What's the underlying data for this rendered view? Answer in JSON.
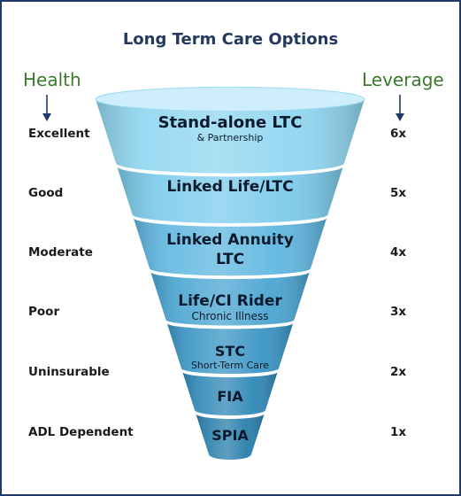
{
  "title": "Long Term Care Options",
  "health_header": "Health",
  "leverage_header": "Leverage",
  "rows": [
    {
      "health": "Excellent",
      "leverage": "6x",
      "tier_main": "Stand-alone LTC",
      "tier_sub": "& Partnership",
      "color": "#8fd6f0"
    },
    {
      "health": "Good",
      "leverage": "5x",
      "tier_main": "Linked Life/LTC",
      "tier_sub": "",
      "color": "#7ccbeb"
    },
    {
      "health": "Moderate",
      "leverage": "4x",
      "tier_main": "Linked Annuity LTC",
      "tier_sub": "",
      "color": "#5fb7e0"
    },
    {
      "health": "Poor",
      "leverage": "3x",
      "tier_main": "Life/CI Rider",
      "tier_sub": "Chronic Illness",
      "color": "#4aa5d2"
    },
    {
      "health": "Uninsurable",
      "leverage": "2x",
      "tier_main": "STC",
      "tier_sub": "Short-Term Care",
      "color": "#3a95c4"
    },
    {
      "health": "",
      "leverage": "",
      "tier_main": "FIA",
      "tier_sub": "",
      "color": "#2f88b7"
    },
    {
      "health": "ADL Dependent",
      "leverage": "1x",
      "tier_main": "SPIA",
      "tier_sub": "",
      "color": "#287eab"
    }
  ],
  "colors": {
    "frame": "#1f3a66",
    "title": "#23395d",
    "header_green": "#3b7a2a",
    "arrow": "#1f3a66"
  }
}
